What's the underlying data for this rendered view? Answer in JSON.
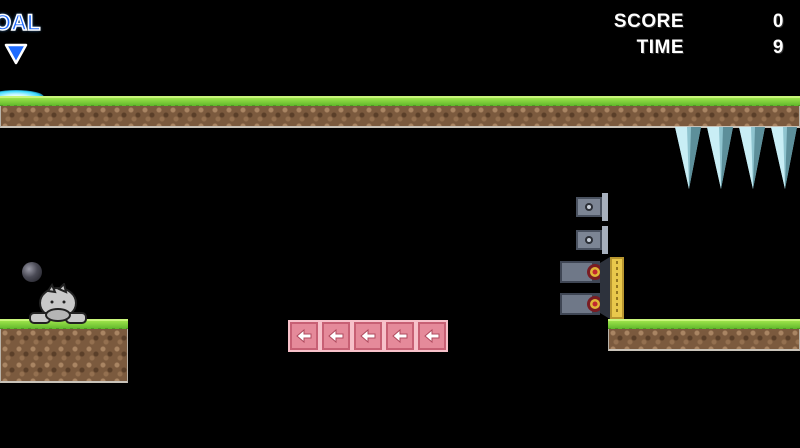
{
  "hud": {
    "score_label": "SCORE",
    "score_value": "0",
    "time_label": "TIME",
    "time_value": "9"
  },
  "goal": {
    "label": "OAL",
    "arrow_icon": "down-triangle-icon",
    "color": "#1e6bff"
  },
  "colors": {
    "background": "#000000",
    "grass": "#7ccf3a",
    "dirt": "#7b5a3e",
    "conveyor": "#e58a9a",
    "icicle": "#8fc4cf",
    "cannon": "#5a6270"
  },
  "conveyor": {
    "direction": "left",
    "tile_count": 5,
    "tile_icon": "left-arrow-icon"
  },
  "hazards": {
    "icicle_count": 4,
    "cannon_count": 4
  }
}
